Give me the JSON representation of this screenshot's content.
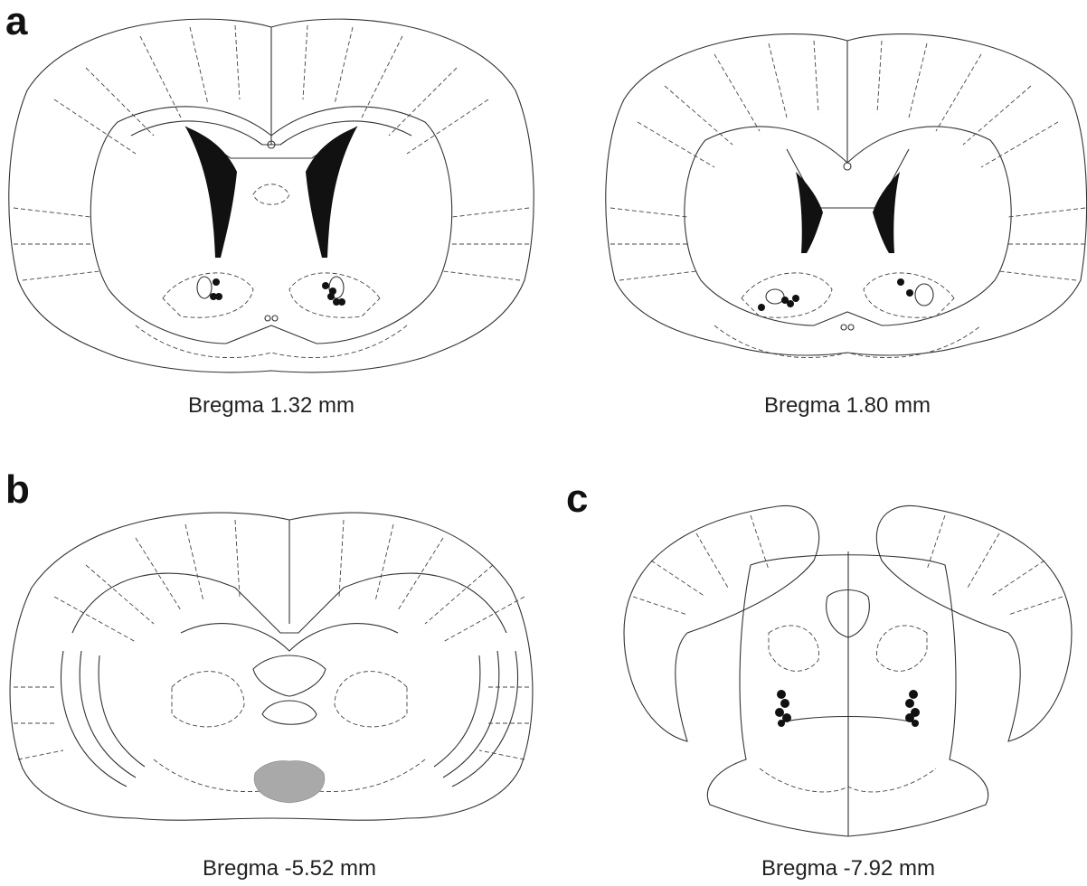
{
  "figure": {
    "panels": [
      {
        "id": "a",
        "label": "a"
      },
      {
        "id": "b",
        "label": "b"
      },
      {
        "id": "c",
        "label": "c"
      }
    ],
    "sections": [
      {
        "panel": "a",
        "caption": "Bregma 1.32 mm",
        "marker": "black-dots"
      },
      {
        "panel": "a",
        "caption": "Bregma 1.80 mm",
        "marker": "black-dots"
      },
      {
        "panel": "b",
        "caption": "Bregma -5.52 mm",
        "marker": "grey-shaded-region"
      },
      {
        "panel": "c",
        "caption": "Bregma -7.92 mm",
        "marker": "black-dots"
      }
    ],
    "colors": {
      "outline": "#333333",
      "dashed": "#444444",
      "ventricle": "#111111",
      "marker_dot": "#111111",
      "shaded_region": "#a9a9a9"
    }
  }
}
